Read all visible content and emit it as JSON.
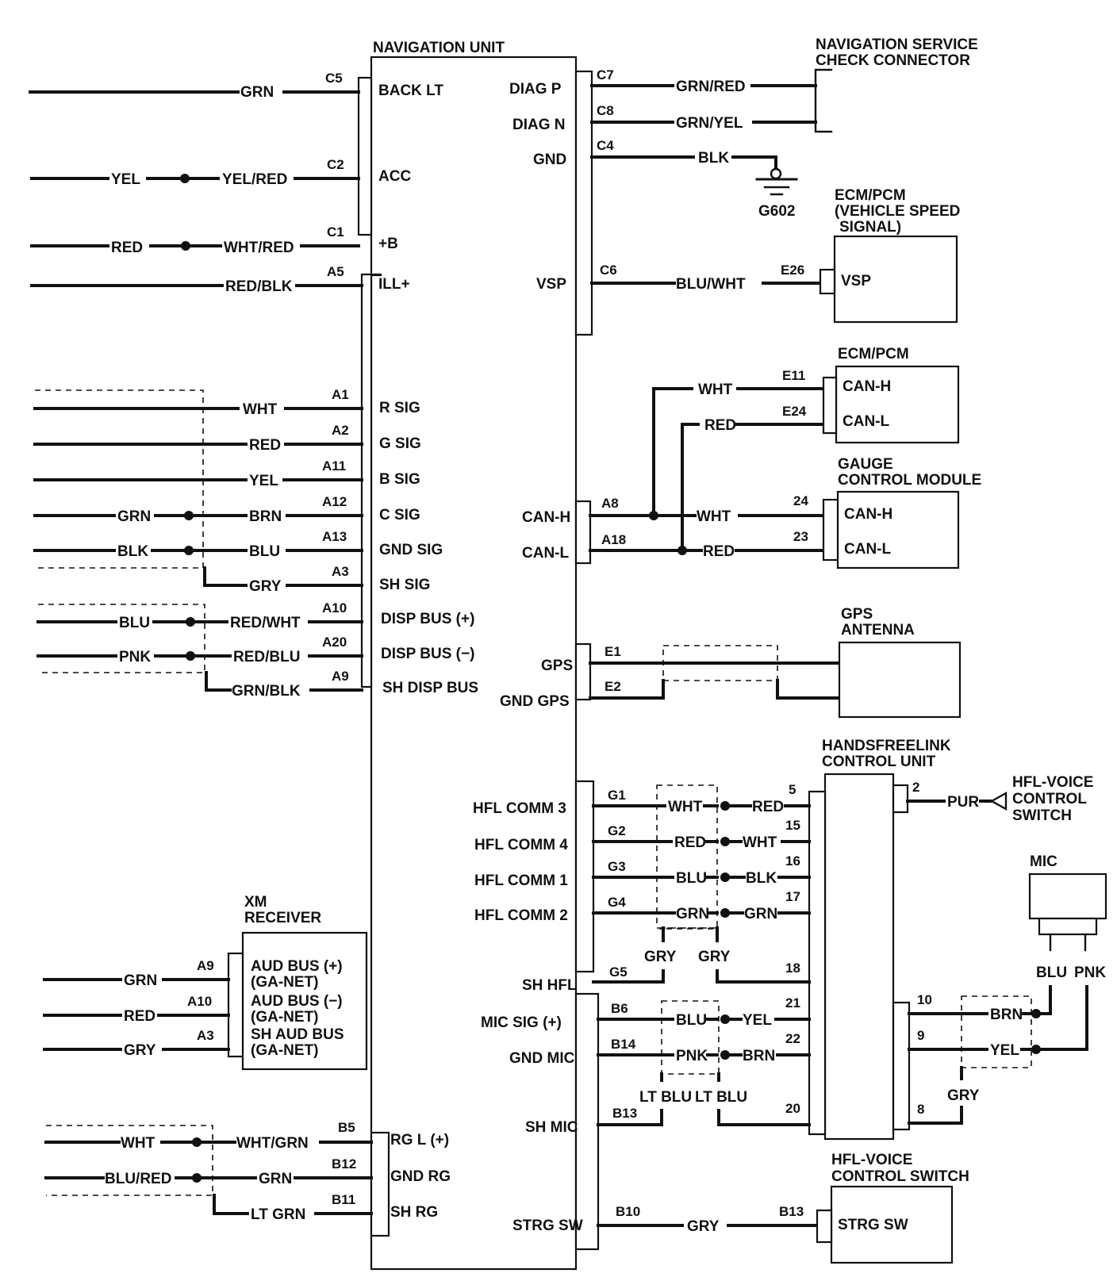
{
  "nav_unit": {
    "title": "NAVIGATION UNIT",
    "left_pins": [
      {
        "pin": "C5",
        "name": "BACK LT",
        "wire": "GRN",
        "ext": ""
      },
      {
        "pin": "C2",
        "name": "ACC",
        "wire": "YEL/RED",
        "ext": "YEL"
      },
      {
        "pin": "C1",
        "name": "+B",
        "wire": "WHT/RED",
        "ext": "RED"
      },
      {
        "pin": "A5",
        "name": "ILL+",
        "wire": "RED/BLK",
        "ext": ""
      },
      {
        "pin": "A1",
        "name": "R SIG",
        "wire": "WHT",
        "ext": ""
      },
      {
        "pin": "A2",
        "name": "G SIG",
        "wire": "RED",
        "ext": ""
      },
      {
        "pin": "A11",
        "name": "B SIG",
        "wire": "YEL",
        "ext": ""
      },
      {
        "pin": "A12",
        "name": "C SIG",
        "wire": "BRN",
        "ext": "GRN"
      },
      {
        "pin": "A13",
        "name": "GND SIG",
        "wire": "BLU",
        "ext": "BLK"
      },
      {
        "pin": "A3",
        "name": "SH SIG",
        "wire": "GRY",
        "ext": ""
      },
      {
        "pin": "A10",
        "name": "DISP BUS (+)",
        "wire": "RED/WHT",
        "ext": "BLU"
      },
      {
        "pin": "A20",
        "name": "DISP BUS (−)",
        "wire": "RED/BLU",
        "ext": "PNK"
      },
      {
        "pin": "A9",
        "name": "SH DISP BUS",
        "wire": "GRN/BLK",
        "ext": ""
      },
      {
        "pin": "B5",
        "name": "RG L (+)",
        "wire": "WHT/GRN",
        "ext": "WHT"
      },
      {
        "pin": "B12",
        "name": "GND RG",
        "wire": "GRN",
        "ext": "BLU/RED"
      },
      {
        "pin": "B11",
        "name": "SH RG",
        "wire": "LT GRN",
        "ext": ""
      }
    ],
    "right_pins": [
      {
        "pin": "C7",
        "name": "DIAG P",
        "wire": "GRN/RED"
      },
      {
        "pin": "C8",
        "name": "DIAG N",
        "wire": "GRN/YEL"
      },
      {
        "pin": "C4",
        "name": "GND",
        "wire": "BLK"
      },
      {
        "pin": "C6",
        "name": "VSP",
        "wire": "BLU/WHT"
      },
      {
        "pin": "A8",
        "name": "CAN-H",
        "wire": "WHT"
      },
      {
        "pin": "A18",
        "name": "CAN-L",
        "wire": "RED"
      },
      {
        "pin": "E1",
        "name": "GPS",
        "wire": ""
      },
      {
        "pin": "E2",
        "name": "GND GPS",
        "wire": ""
      },
      {
        "pin": "G1",
        "name": "HFL COMM 3",
        "wire": "WHT"
      },
      {
        "pin": "G2",
        "name": "HFL COMM 4",
        "wire": "RED"
      },
      {
        "pin": "G3",
        "name": "HFL COMM 1",
        "wire": "BLU"
      },
      {
        "pin": "G4",
        "name": "HFL COMM 2",
        "wire": "GRN"
      },
      {
        "pin": "G5",
        "name": "SH HFL",
        "wire": "GRY"
      },
      {
        "pin": "B6",
        "name": "MIC SIG (+)",
        "wire": "BLU"
      },
      {
        "pin": "B14",
        "name": "GND MIC",
        "wire": "PNK"
      },
      {
        "pin": "B13",
        "name": "SH MIC",
        "wire": "LT BLU"
      },
      {
        "pin": "B10",
        "name": "STRG SW",
        "wire": "GRY"
      }
    ]
  },
  "nav_check": {
    "title1": "NAVIGATION SERVICE",
    "title2": "CHECK CONNECTOR"
  },
  "ground": {
    "label": "G602"
  },
  "ecm_vsp": {
    "title1": "ECM/PCM",
    "title2": "(VEHICLE SPEED",
    "title3": "SIGNAL)",
    "pin": "E26",
    "name": "VSP"
  },
  "ecm_can": {
    "title": "ECM/PCM",
    "pin_h": "E11",
    "pin_l": "E24",
    "name_h": "CAN-H",
    "name_l": "CAN-L",
    "wire_h": "WHT",
    "wire_l": "RED"
  },
  "gauge": {
    "title1": "GAUGE",
    "title2": "CONTROL MODULE",
    "pin_h": "24",
    "pin_l": "23",
    "name_h": "CAN-H",
    "name_l": "CAN-L"
  },
  "gps_antenna": {
    "title1": "GPS",
    "title2": "ANTENNA"
  },
  "hfl_unit": {
    "title1": "HANDSFREELINK",
    "title2": "CONTROL UNIT",
    "left_pins": [
      {
        "pin": "5",
        "wire": "RED"
      },
      {
        "pin": "15",
        "wire": "WHT"
      },
      {
        "pin": "16",
        "wire": "BLK"
      },
      {
        "pin": "17",
        "wire": "GRN"
      },
      {
        "pin": "18",
        "wire": "GRY"
      },
      {
        "pin": "21",
        "wire": "YEL"
      },
      {
        "pin": "22",
        "wire": "BRN"
      },
      {
        "pin": "20",
        "wire": "LT BLU"
      }
    ],
    "right_pins": [
      {
        "pin": "2",
        "wire": "PUR"
      },
      {
        "pin": "10",
        "wire": "BRN"
      },
      {
        "pin": "9",
        "wire": "YEL"
      },
      {
        "pin": "8",
        "wire": "GRY"
      }
    ]
  },
  "hfl_switch": {
    "title1": "HFL-VOICE",
    "title2": "CONTROL",
    "title3": "SWITCH"
  },
  "mic": {
    "title": "MIC",
    "wire1": "BLU",
    "wire2": "PNK"
  },
  "xm": {
    "title1": "XM",
    "title2": "RECEIVER",
    "pins": [
      {
        "pin": "A9",
        "wire": "GRN",
        "name1": "AUD BUS (+)",
        "name2": "(GA-NET)"
      },
      {
        "pin": "A10",
        "wire": "RED",
        "name1": "AUD BUS (−)",
        "name2": "(GA-NET)"
      },
      {
        "pin": "A3",
        "wire": "GRY",
        "name1": "SH AUD BUS",
        "name2": "(GA-NET)"
      }
    ]
  },
  "strg_switch": {
    "title1": "HFL-VOICE",
    "title2": "CONTROL SWITCH",
    "pin": "B13",
    "name": "STRG SW",
    "wire": "GRY"
  }
}
